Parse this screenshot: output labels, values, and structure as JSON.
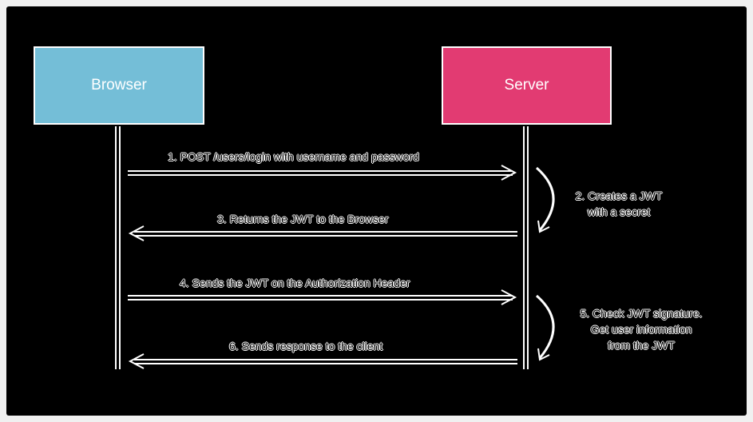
{
  "colors": {
    "browser": "#74bed7",
    "server": "#e23b72",
    "line": "#ffffff",
    "background": "#000000"
  },
  "actors": {
    "browser": "Browser",
    "server": "Server"
  },
  "messages": [
    "1. POST /users/login with username and password",
    "3. Returns the JWT to the Browser",
    "4. Sends the JWT on the Authorization Header",
    "6. Sends response to the client"
  ],
  "notes": {
    "step2": [
      "2. Creates a JWT",
      "with a secret"
    ],
    "step5": [
      "5. Check JWT signature.",
      "Get user information",
      "from the JWT"
    ]
  }
}
